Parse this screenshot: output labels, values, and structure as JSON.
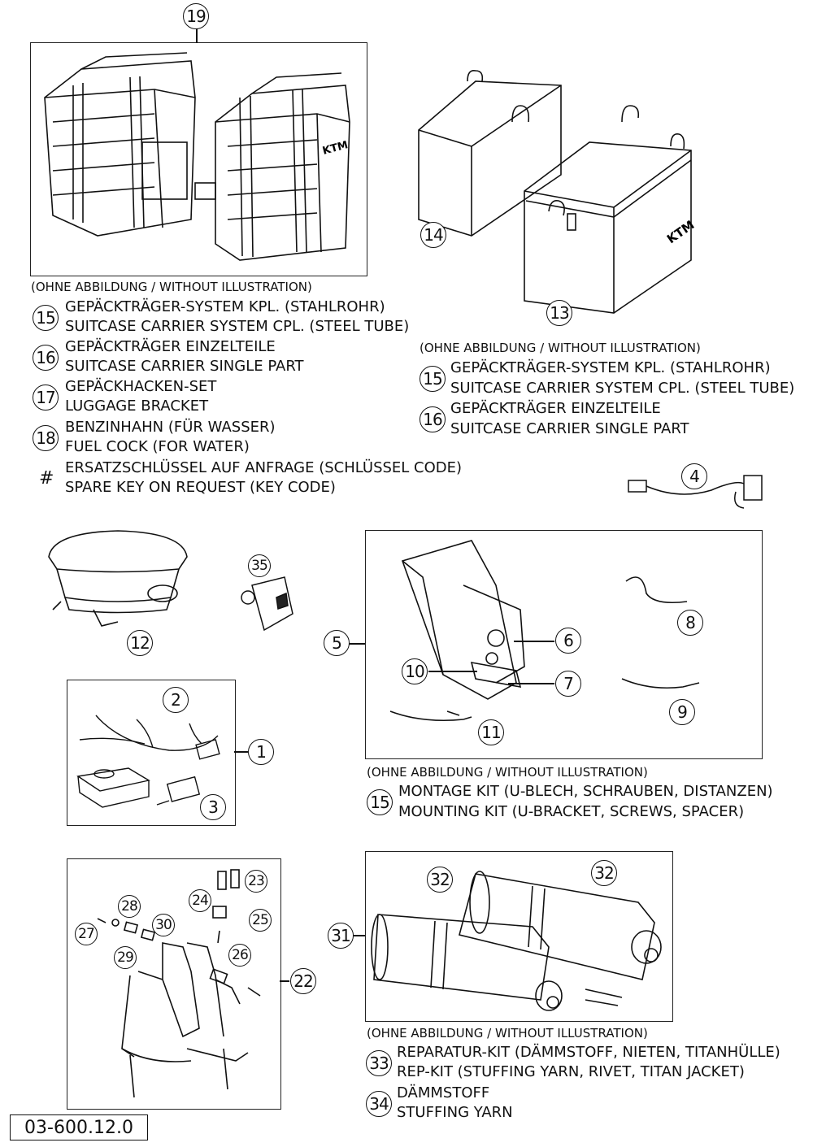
{
  "frames": {
    "f19": "19",
    "f14": "14",
    "f13": "13",
    "f12": "12",
    "f35": "35",
    "f4": "4",
    "f5": "5",
    "f6": "6",
    "f7": "7",
    "f8": "8",
    "f9": "9",
    "f10": "10",
    "f11": "11",
    "f1": "1",
    "f2": "2",
    "f3": "3",
    "f22": "22",
    "f23": "23",
    "f24": "24",
    "f25": "25",
    "f26": "26",
    "f27": "27",
    "f28": "28",
    "f29": "29",
    "f30": "30",
    "f31": "31",
    "f32a": "32",
    "f32b": "32"
  },
  "legend_left": {
    "note": "(OHNE ABBILDUNG / WITHOUT ILLUSTRATION)",
    "items": [
      {
        "num": "15",
        "de": "GEPÄCKTRÄGER-SYSTEM KPL. (STAHLROHR)",
        "en": "SUITCASE CARRIER SYSTEM CPL. (STEEL TUBE)"
      },
      {
        "num": "16",
        "de": "GEPÄCKTRÄGER EINZELTEILE",
        "en": "SUITCASE CARRIER SINGLE PART"
      },
      {
        "num": "17",
        "de": "GEPÄCKHACKEN-SET",
        "en": "LUGGAGE BRACKET"
      },
      {
        "num": "18",
        "de": "BENZINHAHN (FÜR WASSER)",
        "en": "FUEL COCK (FOR WATER)"
      }
    ],
    "hash_symbol": "#",
    "hash_de": "ERSATZSCHLÜSSEL AUF ANFRAGE (SCHLÜSSEL CODE)",
    "hash_en": "SPARE KEY ON REQUEST (KEY CODE)"
  },
  "legend_right": {
    "note": "(OHNE ABBILDUNG / WITHOUT ILLUSTRATION)",
    "items": [
      {
        "num": "15",
        "de": "GEPÄCKTRÄGER-SYSTEM KPL. (STAHLROHR)",
        "en": "SUITCASE CARRIER SYSTEM CPL. (STEEL TUBE)"
      },
      {
        "num": "16",
        "de": "GEPÄCKTRÄGER EINZELTEILE",
        "en": "SUITCASE CARRIER SINGLE PART"
      }
    ]
  },
  "legend_mount": {
    "note": "(OHNE ABBILDUNG / WITHOUT ILLUSTRATION)",
    "num": "15",
    "de": "MONTAGE KIT (U-BLECH, SCHRAUBEN, DISTANZEN)",
    "en": "MOUNTING KIT (U-BRACKET, SCREWS, SPACER)"
  },
  "legend_exhaust": {
    "note": "(OHNE ABBILDUNG / WITHOUT ILLUSTRATION)",
    "items": [
      {
        "num": "33",
        "de": "REPARATUR-KIT (DÄMMSTOFF, NIETEN, TITANHÜLLE)",
        "en": "REP-KIT (STUFFING YARN, RIVET, TITAN JACKET)"
      },
      {
        "num": "34",
        "de": "DÄMMSTOFF",
        "en": "STUFFING YARN"
      }
    ]
  },
  "brand_mark": "KTM",
  "part_code": "03-600.12.0"
}
